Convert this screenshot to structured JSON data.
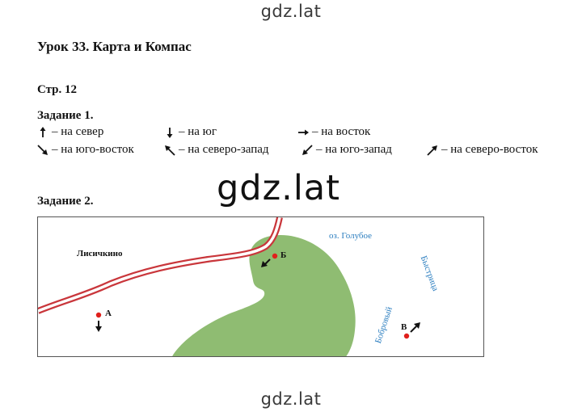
{
  "watermark": {
    "text": "gdz.lat"
  },
  "lesson_title": "Урок 33. Карта и Компас",
  "page_ref": "Стр. 12",
  "task1": {
    "title": "Задание 1.",
    "directions": [
      {
        "icon": "arrow-north-icon",
        "text": "– на север"
      },
      {
        "icon": "arrow-south-icon",
        "text": "– на юг"
      },
      {
        "icon": "arrow-east-icon",
        "text": "– на восток"
      },
      {
        "icon": "arrow-southeast-icon",
        "text": "– на юго-восток"
      },
      {
        "icon": "arrow-northwest-icon",
        "text": "– на северо-запад"
      },
      {
        "icon": "arrow-southwest-icon",
        "text": "– на юго-запад"
      },
      {
        "icon": "arrow-northeast-icon",
        "text": "– на северо-восток"
      }
    ]
  },
  "task2": {
    "title": "Задание 2.",
    "map": {
      "village": "Лисичкино",
      "lake": "оз. Голубое",
      "river_1": "Быстрица",
      "river_2": "Бобровый",
      "points": [
        {
          "label": "А",
          "direction": "south"
        },
        {
          "label": "Б",
          "direction": "southwest"
        },
        {
          "label": "В",
          "direction": "northeast"
        }
      ],
      "colors": {
        "land": "#8fbc72",
        "road": "#c9363b",
        "point": "#e0201c",
        "water_text": "#2a7dbf"
      }
    }
  }
}
